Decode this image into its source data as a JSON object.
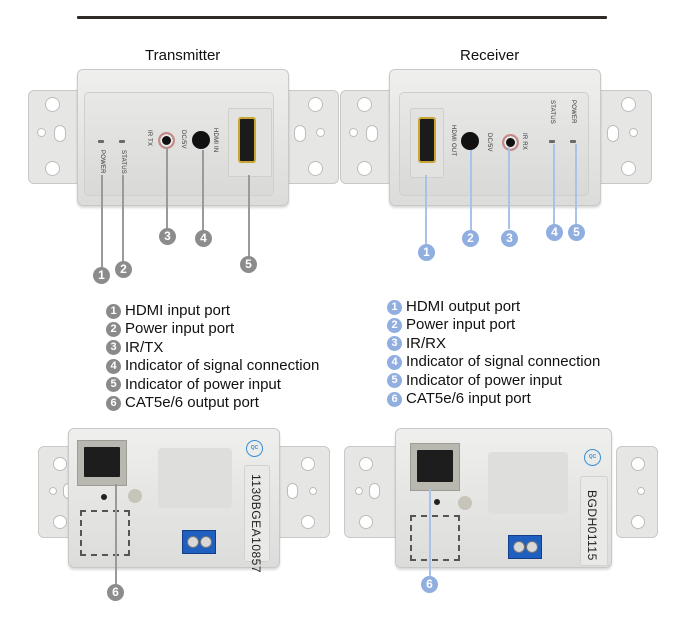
{
  "titles": {
    "transmitter": "Transmitter",
    "receiver": "Receiver"
  },
  "transmitter_front": {
    "silkscreen": {
      "power": "POWER",
      "status": "STATUS",
      "ir": "IR TX",
      "dc": "DC/5V",
      "hdmi": "HDMI IN"
    },
    "callouts": [
      "1",
      "2",
      "3",
      "4",
      "5"
    ]
  },
  "receiver_front": {
    "silkscreen": {
      "hdmi": "HDMI OUT",
      "dc": "DC/5V",
      "ir": "IR RX",
      "status": "STATUS",
      "power": "POWER"
    },
    "callouts": [
      "1",
      "2",
      "3",
      "4",
      "5"
    ]
  },
  "transmitter_legend": [
    {
      "num": "1",
      "label": "HDMI input port"
    },
    {
      "num": "2",
      "label": "Power input port"
    },
    {
      "num": "3",
      "label": "IR/TX"
    },
    {
      "num": "4",
      "label": "Indicator of signal connection"
    },
    {
      "num": "5",
      "label": "Indicator of power input"
    },
    {
      "num": "6",
      "label": "CAT5e/6 output port"
    }
  ],
  "receiver_legend": [
    {
      "num": "1",
      "label": "HDMI output port"
    },
    {
      "num": "2",
      "label": "Power input port"
    },
    {
      "num": "3",
      "label": "IR/RX"
    },
    {
      "num": "4",
      "label": "Indicator of signal connection"
    },
    {
      "num": "5",
      "label": "Indicator of power input"
    },
    {
      "num": "6",
      "label": "CAT5e/6 input port"
    }
  ],
  "transmitter_back": {
    "serial": "1130BGEA10857",
    "qc_label": "QC",
    "callout": "6"
  },
  "receiver_back": {
    "serial": "BGDH01115",
    "qc_label": "QC",
    "callout": "6"
  },
  "colors": {
    "transmitter_badge": "#8c8c8c",
    "receiver_badge": "#90aedf",
    "divider": "#2e2a28"
  }
}
